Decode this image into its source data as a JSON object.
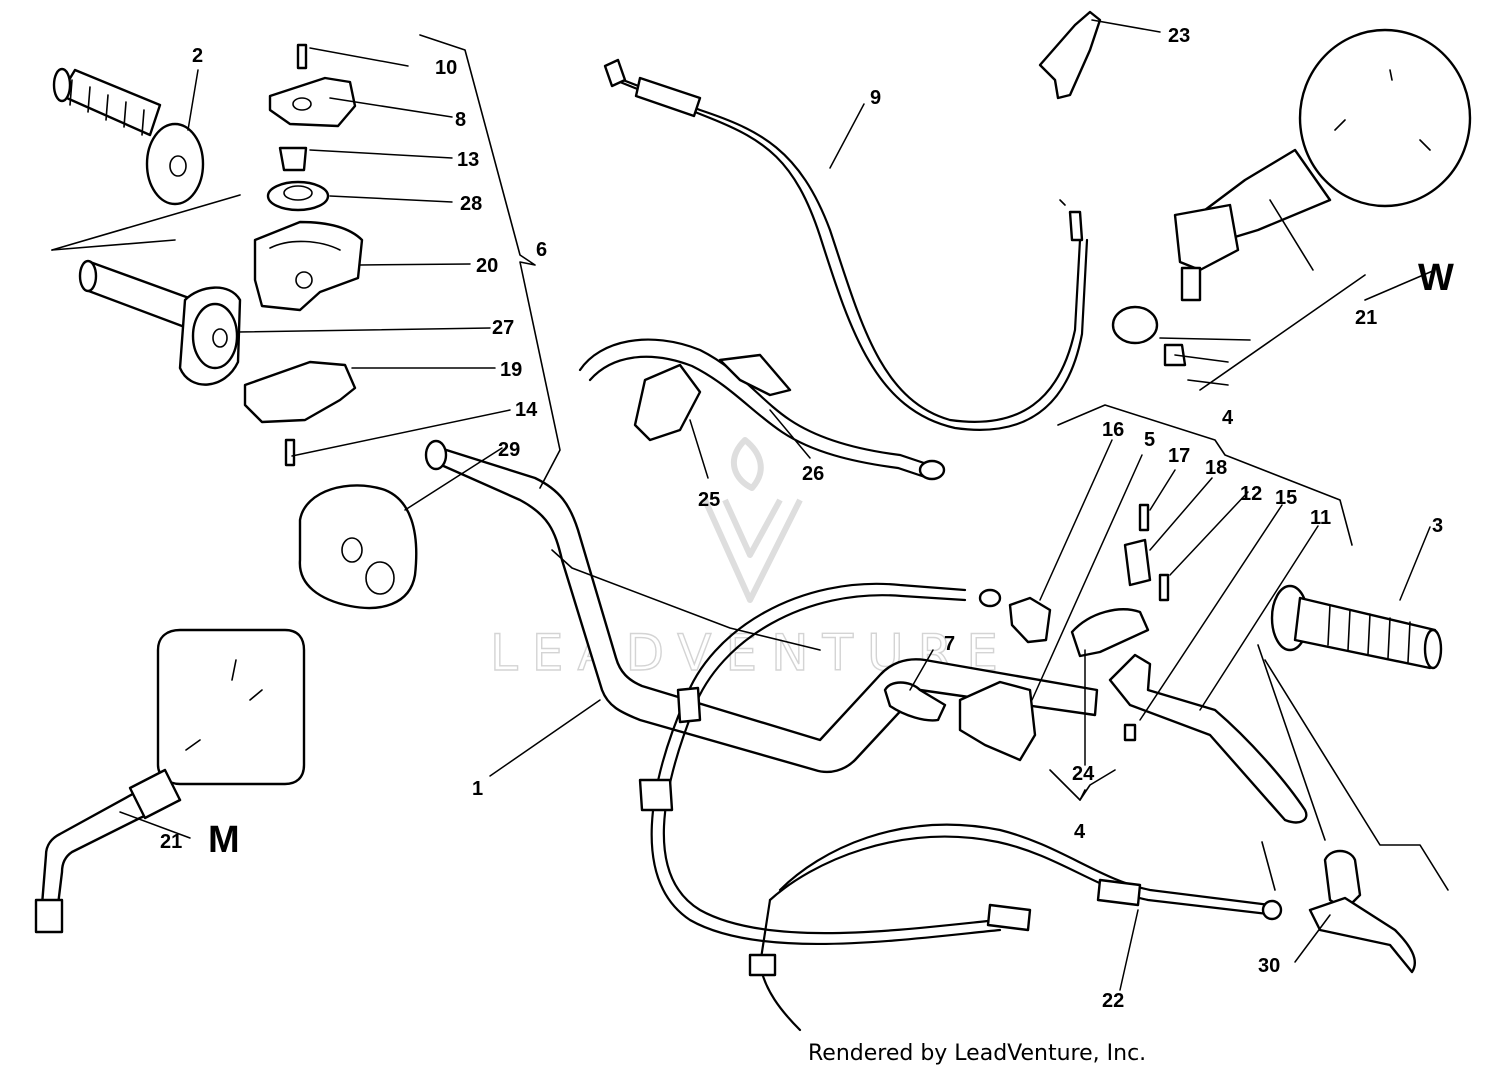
{
  "callouts": {
    "c1": "1",
    "c2": "2",
    "c3": "3",
    "c4a": "4",
    "c4b": "4",
    "c5": "5",
    "c6": "6",
    "c7": "7",
    "c8": "8",
    "c9": "9",
    "c10": "10",
    "c11": "11",
    "c12": "12",
    "c13": "13",
    "c14": "14",
    "c15": "15",
    "c16": "16",
    "c17": "17",
    "c18": "18",
    "c19": "19",
    "c20": "20",
    "c21a": "21",
    "c21b": "21",
    "c22": "22",
    "c23": "23",
    "c24": "24",
    "c25": "25",
    "c26": "26",
    "c27": "27",
    "c28": "28",
    "c29": "29",
    "c30": "30"
  },
  "variants": {
    "w": "W",
    "m": "M"
  },
  "watermark": {
    "text": "LEADVENTURE"
  },
  "footer": {
    "credit": "Rendered by LeadVenture, Inc."
  }
}
